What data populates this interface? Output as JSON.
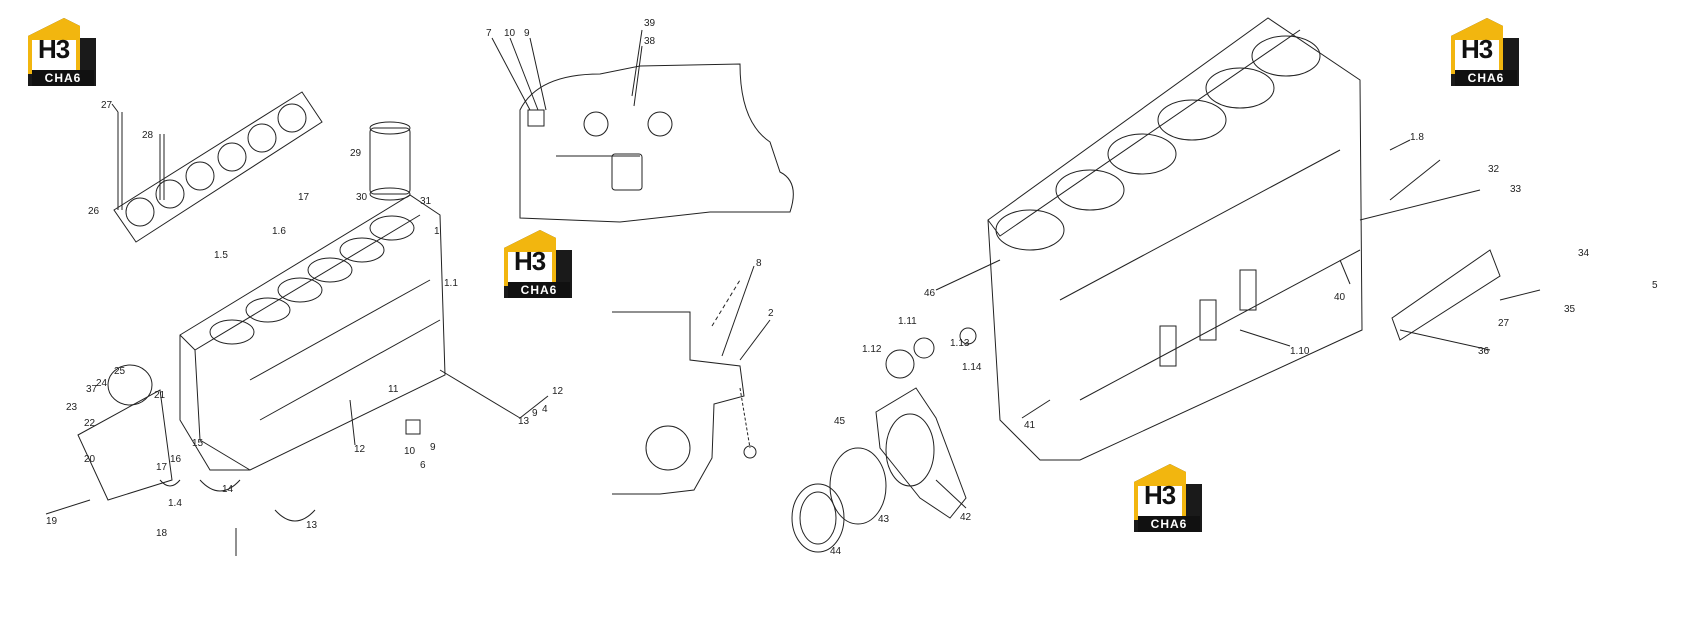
{
  "logo": {
    "main_text": "H3",
    "sub_text": "CHA6",
    "colors": {
      "accent": "#f2b60f",
      "dark": "#1a1a1a"
    }
  },
  "left_callouts": [
    "27",
    "28",
    "26",
    "29",
    "17",
    "30",
    "31",
    "1",
    "1.6",
    "1.5",
    "1.1",
    "25",
    "37",
    "24",
    "23",
    "22",
    "21",
    "15",
    "17",
    "16",
    "20",
    "19",
    "18",
    "1.4",
    "14",
    "11",
    "12",
    "13",
    "9",
    "4",
    "12",
    "10",
    "6",
    "9",
    "13"
  ],
  "top_center_callouts": [
    "7",
    "10",
    "9",
    "39",
    "38"
  ],
  "middle_callouts": [
    "8",
    "2"
  ],
  "right_callouts": [
    "1.8",
    "32",
    "33",
    "34",
    "5",
    "46",
    "40",
    "35",
    "27",
    "36",
    "1.11",
    "1.12",
    "1.13",
    "1.14",
    "1.10",
    "45",
    "41",
    "42",
    "43",
    "44"
  ]
}
